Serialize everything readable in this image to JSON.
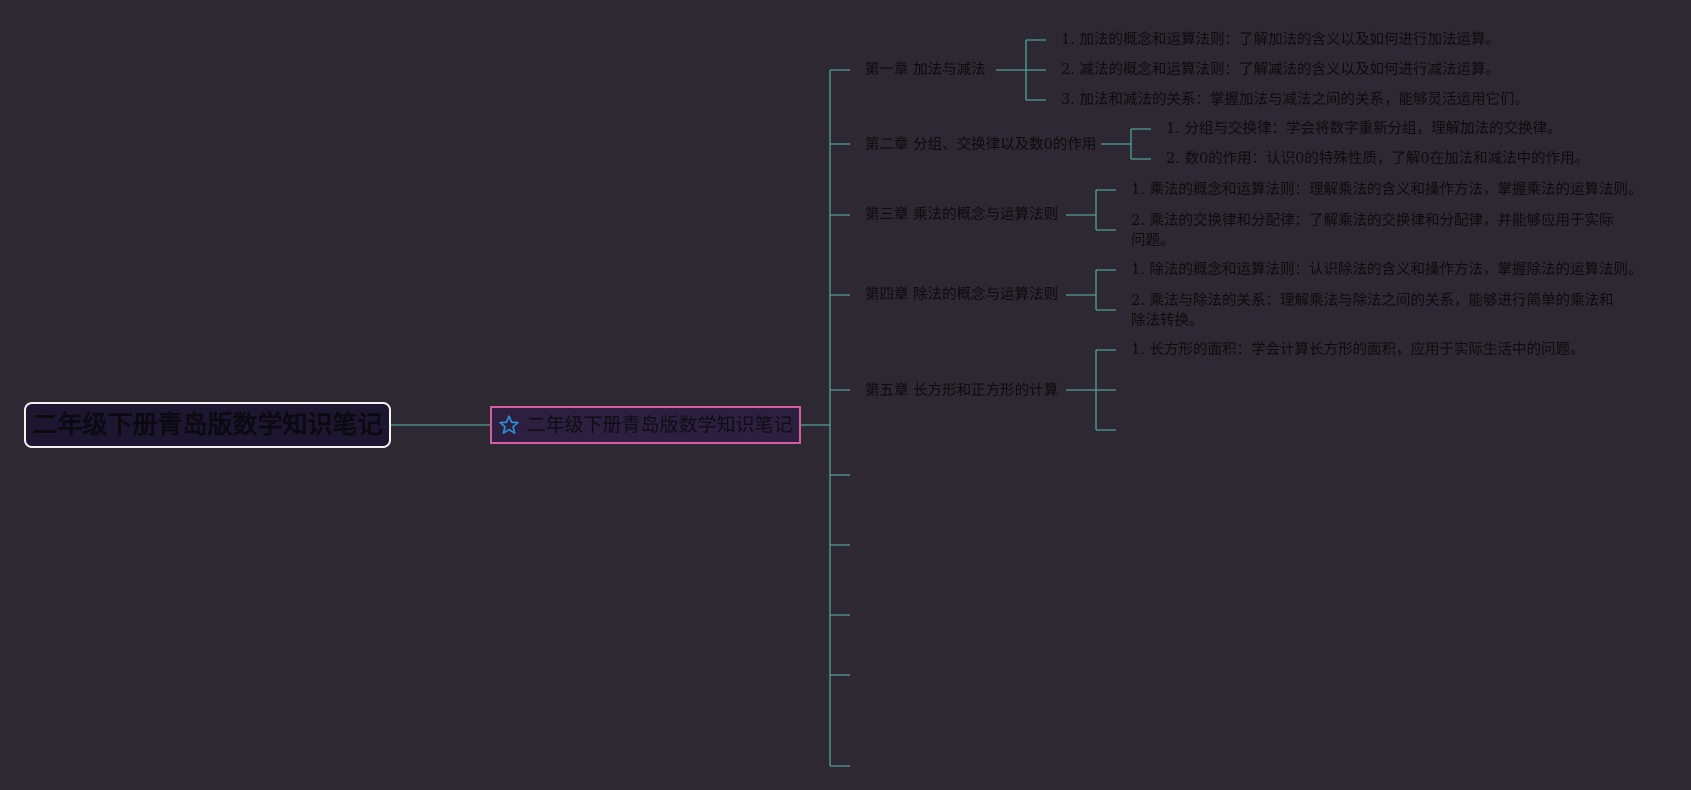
{
  "root": {
    "label": "二年级下册青岛版数学知识笔记"
  },
  "main": {
    "label": "二年级下册青岛版数学知识笔记",
    "icon": "star-icon",
    "icon_color": "#2b8fd6"
  },
  "colors": {
    "background": "#2d2832",
    "connector": "#4fa08f",
    "main_border": "#d45d9f",
    "root_border": "#f2f2f2"
  },
  "chapters": [
    {
      "label": "第一章 加法与减法",
      "items": [
        "1. 加法的概念和运算法则：了解加法的含义以及如何进行加法运算。",
        "2. 减法的概念和运算法则：了解减法的含义以及如何进行减法运算。",
        "3. 加法和减法的关系：掌握加法与减法之间的关系，能够灵活运用它们。"
      ]
    },
    {
      "label": "第二章 分组、交换律以及数0的作用",
      "items": [
        "1. 分组与交换律：学会将数字重新分组，理解加法的交换律。",
        "2. 数0的作用：认识0的特殊性质，了解0在加法和减法中的作用。"
      ]
    },
    {
      "label": "第三章 乘法的概念与运算法则",
      "items": [
        "1. 乘法的概念和运算法则：理解乘法的含义和操作方法，掌握乘法的运算法则。",
        "2. 乘法的交换律和分配律：了解乘法的交换律和分配律，并能够应用于实际问题。"
      ]
    },
    {
      "label": "第四章 除法的概念与运算法则",
      "items": [
        "1. 除法的概念和运算法则：认识除法的含义和操作方法，掌握除法的运算法则。",
        "2. 乘法与除法的关系：理解乘法与除法之间的关系，能够进行简单的乘法和除法转换。"
      ]
    },
    {
      "label": "第五章 长方形和正方形的计算",
      "items": [
        "1. 长方形的面积：学会计算长方形的面积，应用于实际生活中的问题。",
        "",
        ""
      ]
    }
  ]
}
